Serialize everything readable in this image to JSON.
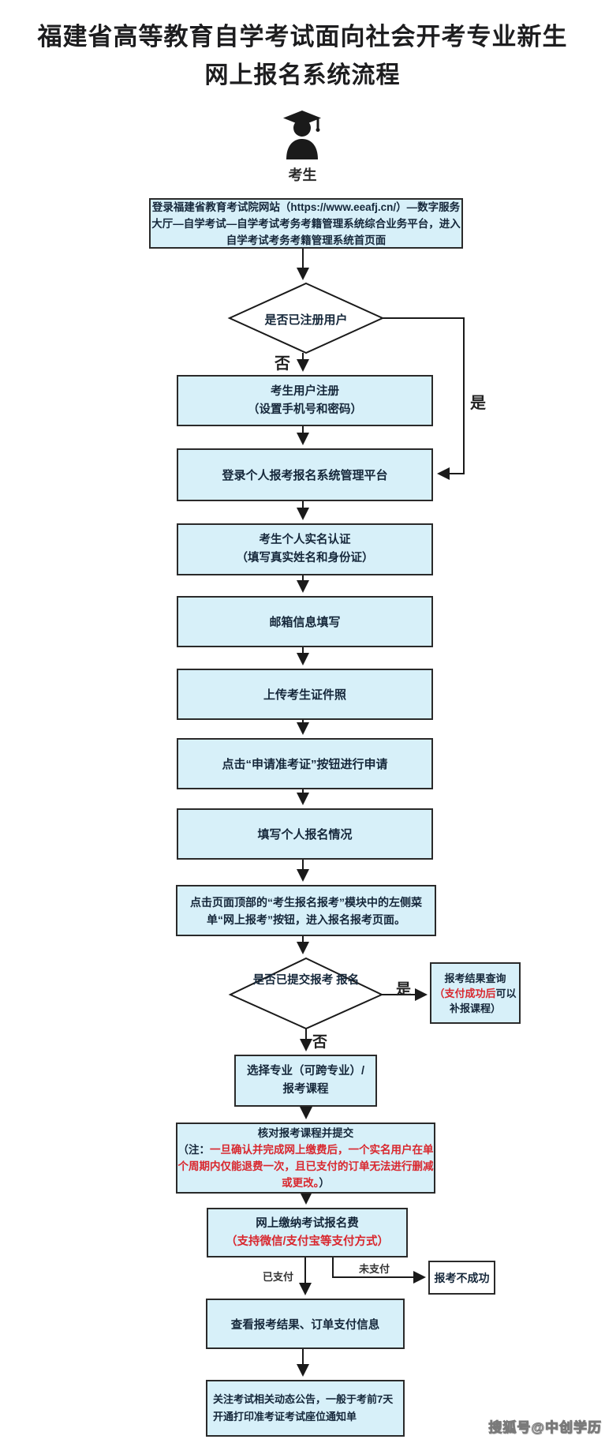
{
  "title": {
    "line1": "福建省高等教育自学考试面向社会开考专业新生",
    "line2": "网上报名系统流程"
  },
  "actor": {
    "label": "考生",
    "icon": "graduate-student-icon"
  },
  "colors": {
    "box_fill": "#d7f0f9",
    "box_border": "#2a2a2a",
    "text_dark": "#15273a",
    "note_red": "#d9272e",
    "connector": "#1a1a1a"
  },
  "nodes": {
    "login_portal": {
      "line1": "登录福建省教育考试院网站（https://www.eeafj.cn/）—数字服务",
      "line2": "大厅—自学考试—自学考试考务考籍管理系统综合业务平台，进入",
      "line3": "自学考试考务考籍管理系统首页面"
    },
    "decision_registered": {
      "question": "是否已注册用户",
      "no_label": "否",
      "yes_label": "是"
    },
    "register_user": {
      "line1": "考生用户注册",
      "line2": "（设置手机号和密码）"
    },
    "login_personal": {
      "line1": "登录个人报考报名系统管理平台"
    },
    "realname_auth": {
      "line1": "考生个人实名认证",
      "line2": "（填写真实姓名和身份证）"
    },
    "email_info": {
      "line1": "邮箱信息填写"
    },
    "upload_photo": {
      "line1": "上传考生证件照"
    },
    "apply_admission_ticket": {
      "line1": "点击“申请准考证”按钮进行申请"
    },
    "fill_personal_info": {
      "line1": "填写个人报名情况"
    },
    "open_online_register": {
      "line1": "点击页面顶部的“考生报名报考”模块中的左侧菜",
      "line2": "单“网上报考”按钮，进入报名报考页面。"
    },
    "decision_submitted": {
      "question_line1": "是否已提交报考",
      "question_line2": "报名",
      "yes_label": "是",
      "no_label": "否"
    },
    "result_query": {
      "line1": "报考结果查询",
      "line2_red": "（支付成功后",
      "line2_rest": "可以",
      "line3": "补报课程）"
    },
    "choose_major": {
      "line1": "选择专业（可跨专业）/",
      "line2": "报考课程"
    },
    "check_submit": {
      "line1": "核对报考课程并提交",
      "note_open": "（注：",
      "note_red1": "一旦确认并完成网上缴费后，一个实名用户在单",
      "note_red2": "个周期内仅能退费一次，且已支付的订单无法进行删减",
      "note_red3": "或更改。",
      "note_close": "）"
    },
    "pay_online": {
      "line1": "网上缴纳考试报名费",
      "line2": "（支持微信/支付宝等支付方式）"
    },
    "edge_paid": {
      "label": "已支付"
    },
    "edge_unpaid": {
      "label": "未支付"
    },
    "register_fail": {
      "line1": "报考不成功"
    },
    "view_results": {
      "line1": "查看报考结果、订单支付信息"
    },
    "follow_notice": {
      "line1": "关注考试相关动态公告，一般于考前7天",
      "line2": "开通打印准考证考试座位通知单"
    }
  },
  "watermark": {
    "text": "搜狐号@中创学历"
  }
}
